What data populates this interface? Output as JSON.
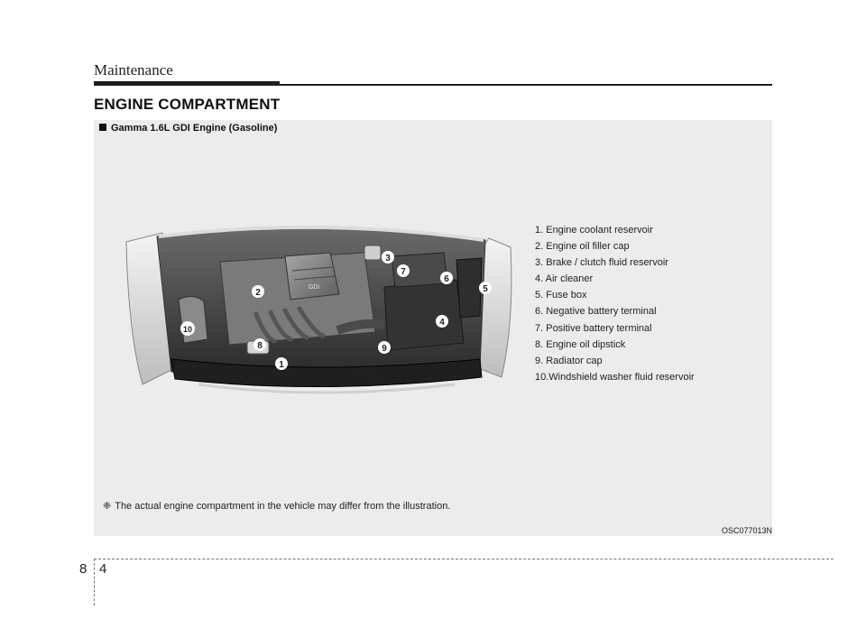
{
  "header": {
    "section": "Maintenance",
    "title": "ENGINE COMPARTMENT"
  },
  "figure": {
    "subtitle": "Gamma 1.6L GDI Engine (Gasoline)",
    "callouts": [
      "1",
      "2",
      "3",
      "4",
      "5",
      "6",
      "7",
      "8",
      "9",
      "10"
    ],
    "engine_cover_text": "GDi",
    "legend": [
      "1. Engine coolant reservoir",
      "2. Engine oil filler cap",
      "3. Brake / clutch fluid reservoir",
      "4. Air cleaner",
      "5. Fuse box",
      "6. Negative battery terminal",
      "7. Positive battery terminal",
      "8. Engine oil dipstick",
      "9. Radiator cap",
      "10.Windshield washer fluid reservoir"
    ],
    "note_symbol": "❈",
    "note": "The actual engine compartment in the vehicle may differ from the illustration.",
    "code": "OSC077013N"
  },
  "footer": {
    "chapter": "8",
    "page": "4"
  }
}
